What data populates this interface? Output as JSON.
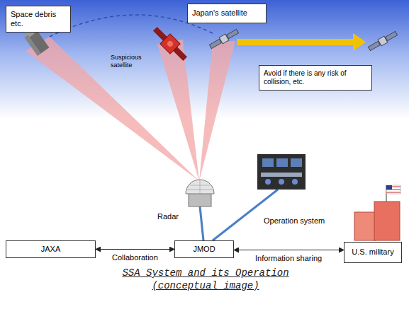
{
  "diagram": {
    "caption": "SSA System and its Operation (conceptual image)",
    "nodes": [
      {
        "text": [
          "Space debris etc."
        ]
      },
      {
        "text": [
          "Japan's satellite"
        ]
      },
      {
        "text": [
          "Avoid if there is any risk of collision, etc."
        ]
      },
      {
        "text": [
          "JAXA"
        ]
      },
      {
        "text": [
          "JMOD"
        ]
      },
      {
        "text": [
          "U.S. military"
        ]
      }
    ],
    "edges": [
      {
        "from": 3,
        "to": 4,
        "label": "Collaboration",
        "arrow": "both"
      },
      {
        "from": 4,
        "to": 5,
        "label": "Information sharing",
        "arrow": "both"
      }
    ],
    "labels": [
      "Suspicious satellite",
      "Radar",
      "Operation system"
    ]
  }
}
